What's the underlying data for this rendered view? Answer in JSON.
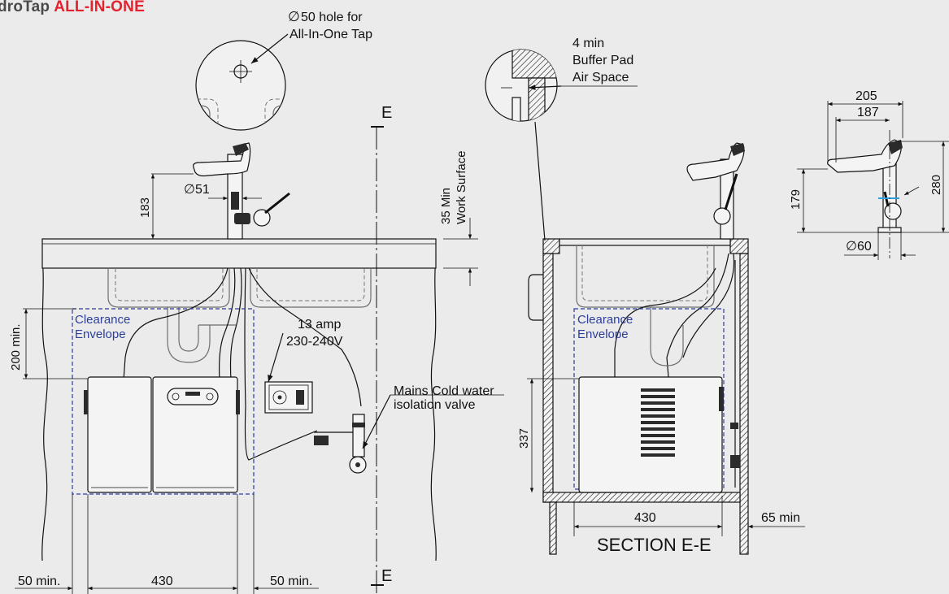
{
  "brand": {
    "name": "droTap",
    "product": "ALL-IN-ONE",
    "accent_color": "#e4222e"
  },
  "callouts": {
    "hole_line1": "50 hole for",
    "hole_line2": "All-In-One Tap",
    "buffer_line1": "4 min",
    "buffer_line2": "Buffer Pad",
    "buffer_line3": "Air Space",
    "power_line1": "13 amp",
    "power_line2": "230-240V",
    "valve_line1": "Mains Cold water",
    "valve_line2": "isolation valve",
    "clearance_line1": "Clearance",
    "clearance_line2": "Envelope",
    "work_surface_line1": "35 Min",
    "work_surface_line2": "Work Surface"
  },
  "section": {
    "marker": "E",
    "title": "SECTION E-E"
  },
  "dimensions": {
    "tap_height": "183",
    "tap_diameter": "51",
    "clearance_height": "200 min.",
    "side_left": "50 min.",
    "width_front": "430",
    "side_right": "50 min.",
    "unit_height": "337",
    "width_section": "430",
    "rear_gap": "65 min",
    "spout_reach": "205",
    "spout_reach_inner": "187",
    "spout_height": "179",
    "tap_total_height": "280",
    "base_diameter": "60"
  },
  "symbols": {
    "diameter": "∅"
  },
  "colors": {
    "background": "#ebebeb",
    "line": "#111111",
    "clearance": "#2d3e9a"
  }
}
